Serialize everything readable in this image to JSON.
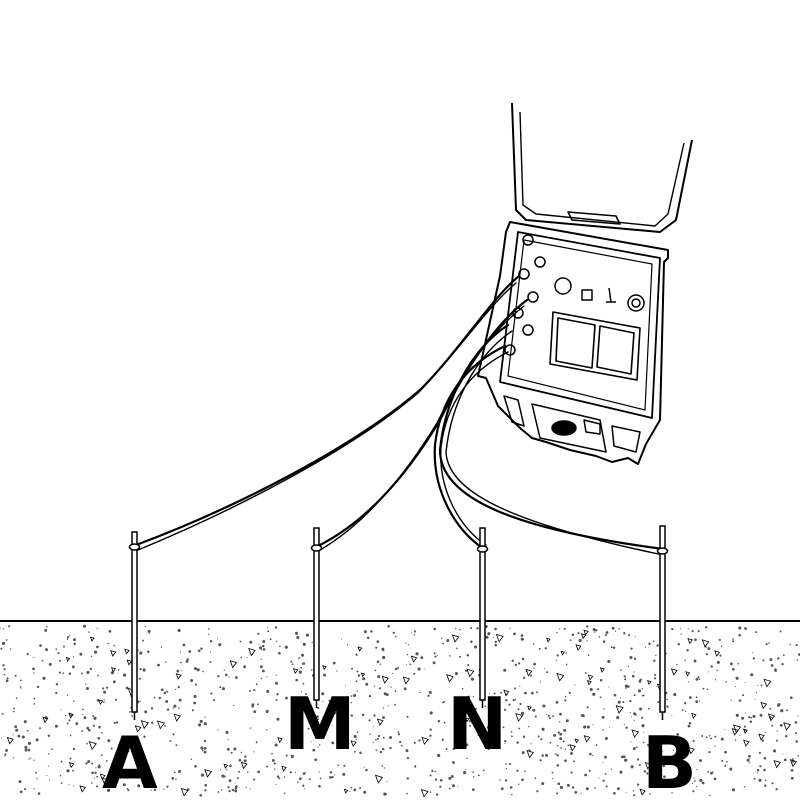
{
  "electrodes": {
    "a": {
      "label": "A"
    },
    "m": {
      "label": "M"
    },
    "n": {
      "label": "N"
    },
    "b": {
      "label": "B"
    }
  },
  "colors": {
    "ink": "#000000",
    "background": "#ffffff",
    "soil_speck": "#555555"
  },
  "icons": {
    "device": "resistivity-meter-icon",
    "electrode": "metal-stake-icon"
  }
}
